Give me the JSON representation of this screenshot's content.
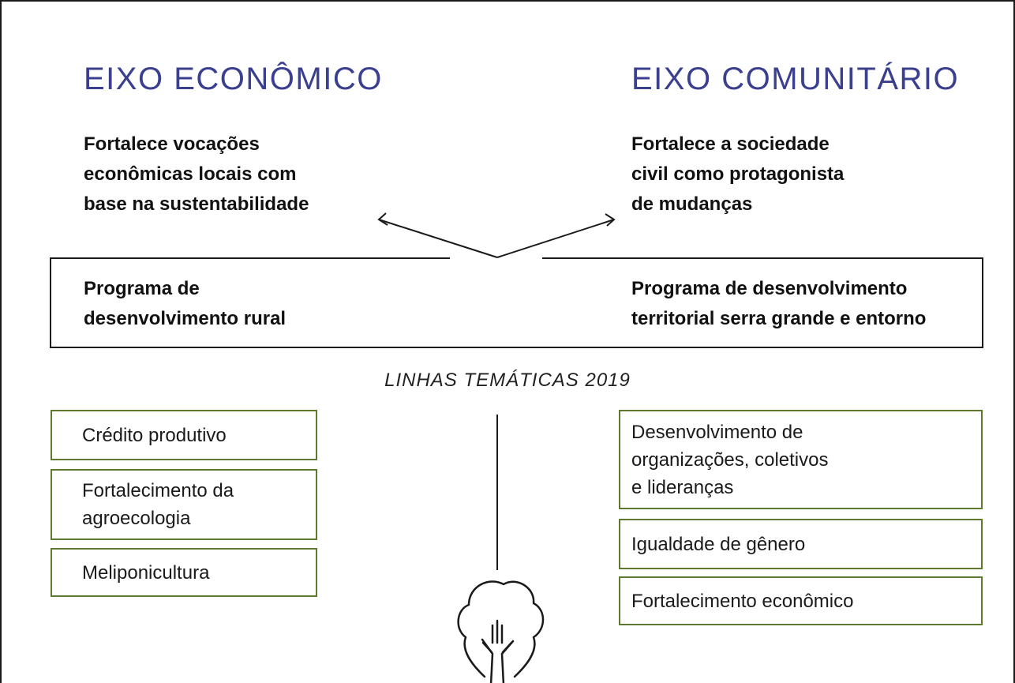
{
  "economic_axis": {
    "title": "EIXO ECONÔMICO",
    "description": "Fortalece vocações\neconômicas locais com\nbase na sustentabilidade",
    "program": "Programa de\ndesenvolvimento rural"
  },
  "community_axis": {
    "title": "EIXO COMUNITÁRIO",
    "description": "Fortalece a sociedade\ncivil como protagonista\nde mudanças",
    "program": "Programa de desenvolvimento\nterritorial serra grande e entorno"
  },
  "thematic_lines": {
    "title": "LINHAS TEMÁTICAS 2019",
    "left": [
      "Crédito produtivo",
      "Fortalecimento da\nagroecologia",
      "Meliponicultura"
    ],
    "right": [
      "Desenvolvimento de\norganizações, coletivos\ne lideranças",
      "Igualdade de gênero",
      "Fortalecimento econômico"
    ]
  },
  "colors": {
    "title": "#3b3f8f",
    "theme_border": "#5f7a2e",
    "line": "#1a1a1a"
  },
  "icons": [
    "tree-icon"
  ]
}
